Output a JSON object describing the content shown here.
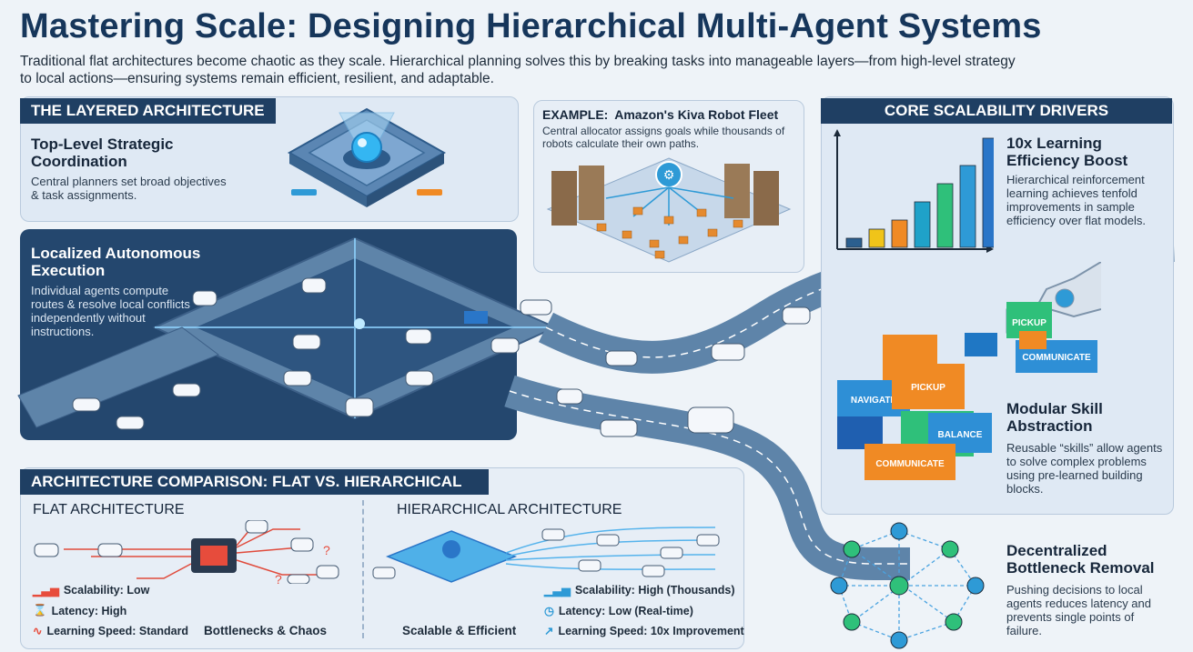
{
  "header": {
    "title": "Mastering Scale: Designing Hierarchical Multi-Agent Systems",
    "subtitle": "Traditional flat architectures become chaotic as they scale. Hierarchical planning solves this by breaking tasks into manageable layers—from high-level strategy to local actions—ensuring systems remain efficient, resilient, and adaptable."
  },
  "layered": {
    "banner": "THE LAYERED ARCHITECTURE",
    "top_title": "Top-Level Strategic Coordination",
    "top_text": "Central planners set broad objectives & task assignments.",
    "local_title": "Localized Autonomous Execution",
    "local_text": "Individual agents compute routes & resolve local conflicts independently without instructions."
  },
  "example": {
    "prefix": "EXAMPLE:",
    "title": "Amazon's Kiva Robot Fleet",
    "text": "Central allocator assigns goals while thousands of robots calculate their own paths."
  },
  "drivers": {
    "banner": "CORE SCALABILITY DRIVERS",
    "learning_title": "10x Learning Efficiency Boost",
    "learning_text": "Hierarchical reinforcement learning achieves tenfold improvements in sample efficiency over flat models.",
    "modular_title": "Modular Skill Abstraction",
    "modular_text": "Reusable “skills” allow agents to solve complex problems using pre-learned building blocks.",
    "skills": [
      "PICKUP",
      "COMMUNICATE",
      "NAVIGATE",
      "PICKUP",
      "BALANCE",
      "COMMUNICATE"
    ],
    "decentral_title": "Decentralized Bottleneck Removal",
    "decentral_text": "Pushing decisions to local agents reduces latency and prevents single points of failure."
  },
  "bar_chart": {
    "values": [
      1,
      2,
      3,
      5,
      7,
      9,
      12
    ],
    "colors": [
      "#2b5f8f",
      "#f0c419",
      "#f08a24",
      "#1fa2c9",
      "#2fc07a",
      "#2e9ad6",
      "#2a76c8"
    ]
  },
  "comparison": {
    "banner": "ARCHITECTURE COMPARISON: FLAT VS. HIERARCHICAL",
    "flat": {
      "title": "FLAT ARCHITECTURE",
      "stats": [
        "Scalability: Low",
        "Latency: High",
        "Learning Speed: Standard"
      ],
      "caption": "Bottlenecks & Chaos"
    },
    "hier": {
      "title": "HIERARCHICAL ARCHITECTURE",
      "stats": [
        "Scalability: High (Thousands)",
        "Latency: Low (Real-time)",
        "Learning Speed: 10x Improvement"
      ],
      "caption": "Scalable & Efficient"
    }
  },
  "colors": {
    "navy": "#16365b",
    "banner": "#1f3f63",
    "road": "#5a7fa3",
    "accent_red": "#e74c3c",
    "accent_blue": "#2e9ad6",
    "accent_green": "#2fc07a"
  }
}
